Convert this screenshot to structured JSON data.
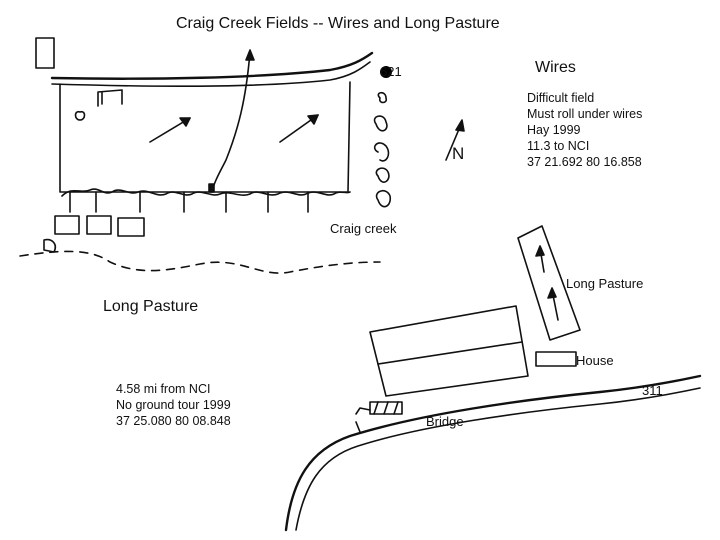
{
  "title": "Craig Creek Fields --  Wires and Long Pasture",
  "labels": {
    "route_621": "621",
    "wires": "Wires",
    "north": "N",
    "craig_creek": "Craig creek",
    "long_pasture_top": "Long Pasture",
    "long_pasture_left": "Long Pasture",
    "house": "House",
    "route_311": "311",
    "bridge": "Bridge"
  },
  "wires_notes": [
    "Difficult field",
    "Must roll under wires",
    "Hay 1999",
    "11.3 to NCI",
    "37 21.692  80 16.858"
  ],
  "pasture_notes": [
    "4.58 mi from NCI",
    "No ground tour 1999",
    "37 25.080  80 08.848"
  ]
}
